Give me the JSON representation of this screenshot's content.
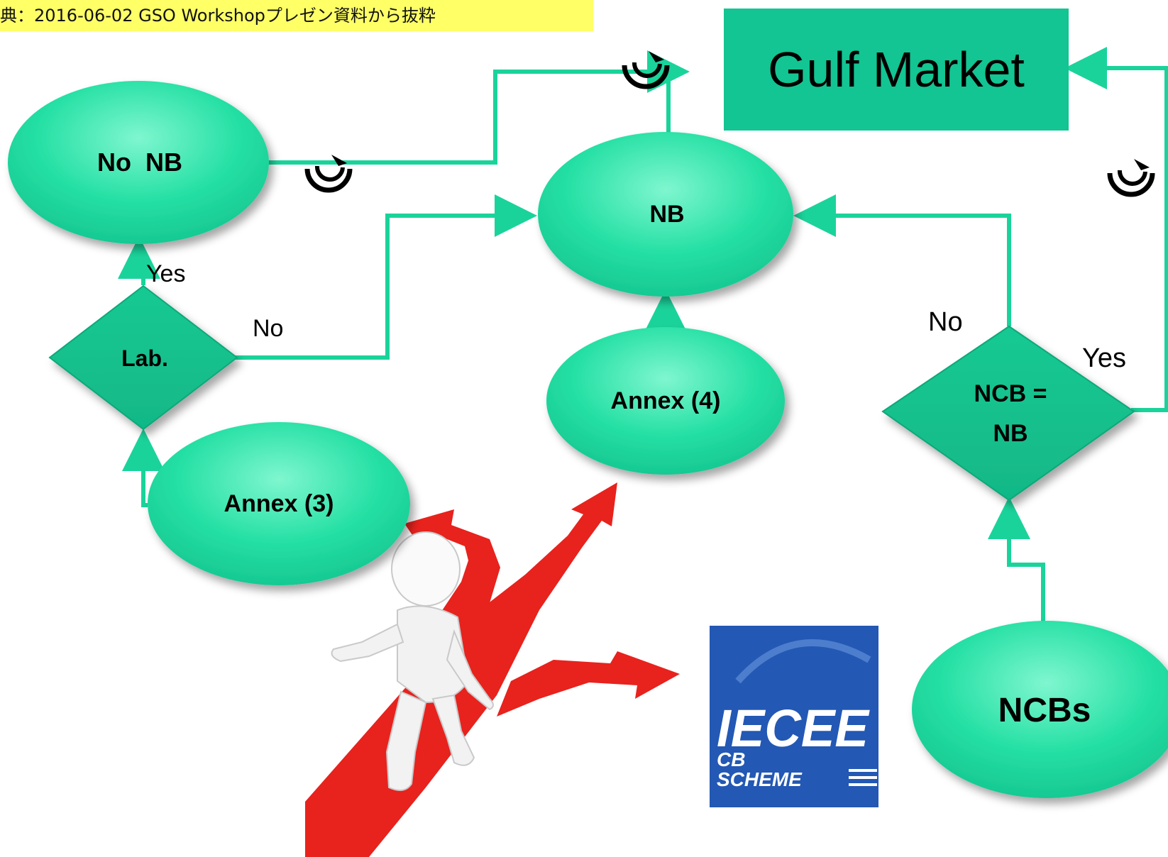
{
  "source_note": "典：2016-06-02 GSO Workshopプレゼン資料から抜粋",
  "colors": {
    "node_fill": "#1fdc9f",
    "node_fill_light": "#62f3c3",
    "box_fill": "#12c592",
    "line": "#1ad39b",
    "red_path": "#e8221d"
  },
  "nodes": {
    "gulf_market": "Gulf Market",
    "no_nb": "No  NB",
    "nb": "NB",
    "lab": "Lab.",
    "annex3": "Annex (3)",
    "annex4": "Annex (4)",
    "ncb_nb_line1": "NCB =",
    "ncb_nb_line2": "NB",
    "ncbs": "NCBs"
  },
  "edge_labels": {
    "lab_yes": "Yes",
    "lab_no": "No",
    "ncb_no": "No",
    "ncb_yes": "Yes"
  },
  "logo": {
    "line1": "IECEE",
    "line2": "CB",
    "line3": "SCHEME"
  },
  "icons": [
    "gcc-mark-icon",
    "gcc-mark-icon",
    "gcc-mark-icon",
    "person-figure",
    "red-crossroad-arrows"
  ]
}
